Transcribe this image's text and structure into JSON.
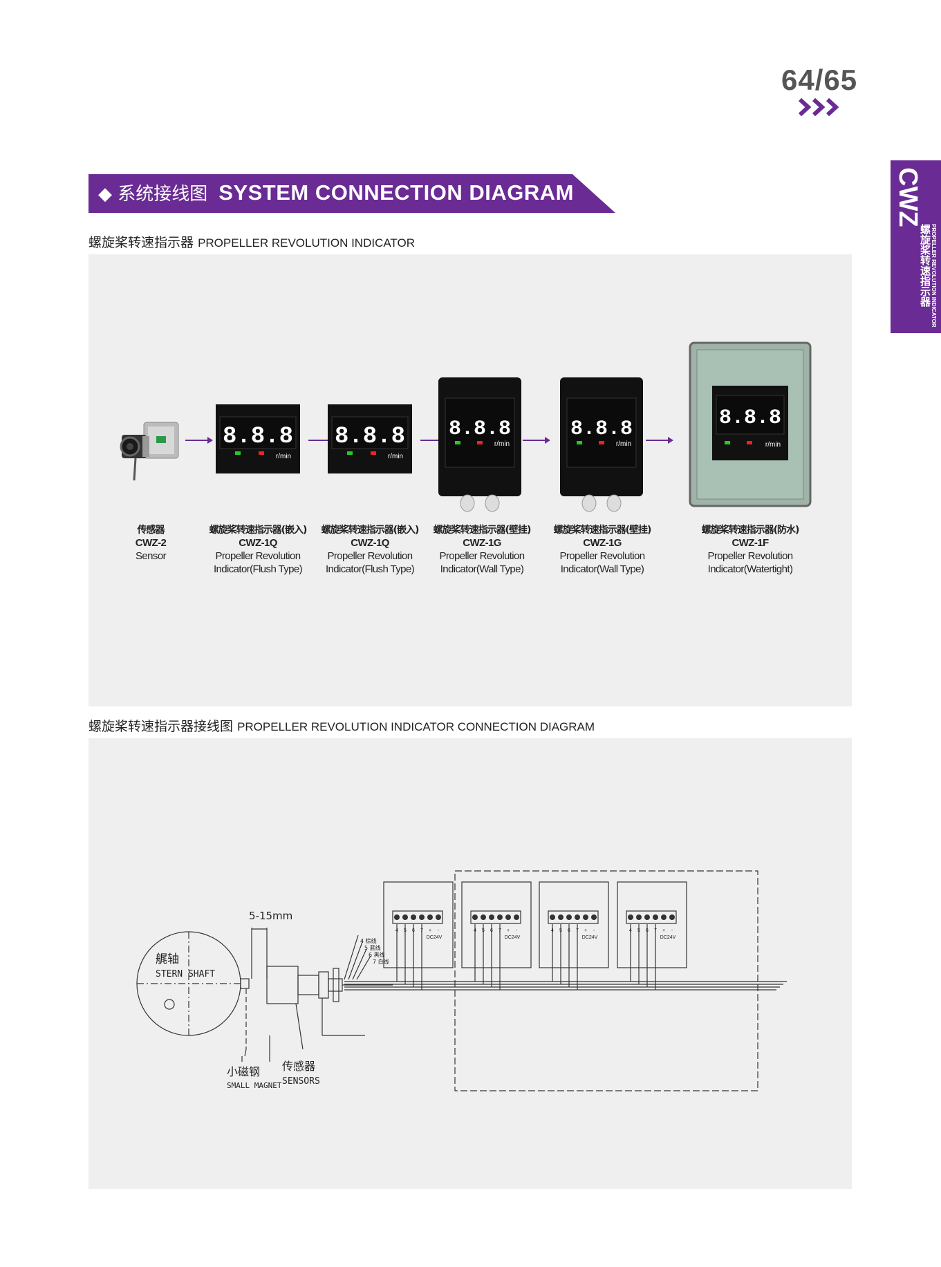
{
  "page": {
    "number": "64/65"
  },
  "banner": {
    "cn": "◆ 系统接线图",
    "en": "SYSTEM CONNECTION DIAGRAM"
  },
  "sidetab": {
    "code": "CWZ",
    "cn": "螺旋桨转速指示器",
    "en": "PROPELLER REVOLUTION INDICATOR"
  },
  "section1": {
    "cn": "螺旋桨转速指示器",
    "en": "PROPELLER REVOLUTION INDICATOR"
  },
  "section2": {
    "cn": "螺旋桨转速指示器接线图",
    "en": "PROPELLER REVOLUTION INDICATOR CONNECTION DIAGRAM"
  },
  "display": {
    "digits": "8.8.8",
    "unit": "r/min"
  },
  "products": [
    {
      "cn": "传感器",
      "model": "CWZ-2",
      "en1": "Sensor",
      "en2": ""
    },
    {
      "cn": "螺旋桨转速指示器(嵌入)",
      "model": "CWZ-1Q",
      "en1": "Propeller Revolution",
      "en2": "Indicator(Flush Type)"
    },
    {
      "cn": "螺旋桨转速指示器(嵌入)",
      "model": "CWZ-1Q",
      "en1": "Propeller Revolution",
      "en2": "Indicator(Flush Type)"
    },
    {
      "cn": "螺旋桨转速指示器(壁挂)",
      "model": "CWZ-1G",
      "en1": "Propeller Revolution",
      "en2": "Indicator(Wall Type)"
    },
    {
      "cn": "螺旋桨转速指示器(壁挂)",
      "model": "CWZ-1G",
      "en1": "Propeller Revolution",
      "en2": "Indicator(Wall Type)"
    },
    {
      "cn": "螺旋桨转速指示器(防水)",
      "model": "CWZ-1F",
      "en1": "Propeller Revolution",
      "en2": "Indicator(Watertight)"
    }
  ],
  "wiring": {
    "gap": "5-15mm",
    "shaft_cn": "艉轴",
    "shaft_en": "STERN SHAFT",
    "magnet_cn": "小磁钢",
    "magnet_en": "SMALL MAGNET",
    "sensor_cn": "传感器",
    "sensor_en": "SENSORS",
    "wire_labels": [
      "4 棕线",
      "5 蓝线",
      "6 黑线",
      "7 白线"
    ],
    "terminal_nums": [
      "4",
      "5",
      "6",
      "7",
      "+",
      "-"
    ],
    "power": "DC24V"
  },
  "colors": {
    "accent": "#6a2b94",
    "panel": "#efefef"
  }
}
